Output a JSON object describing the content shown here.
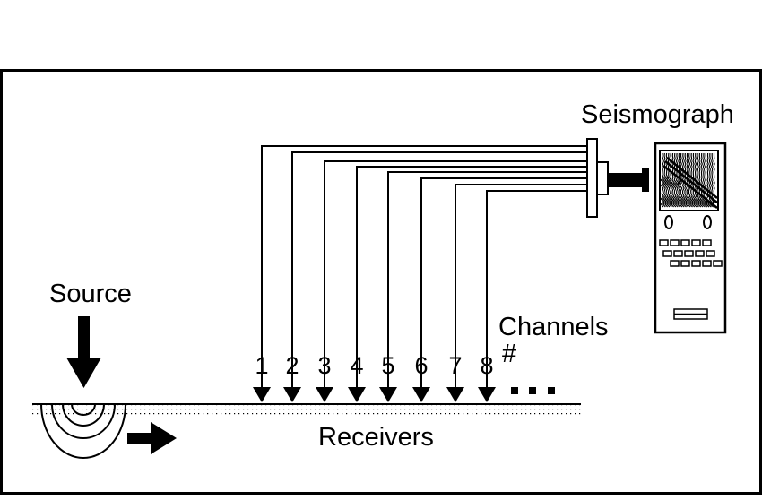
{
  "labels": {
    "seismograph": "Seismograph",
    "source": "Source",
    "channels": "Channels",
    "channel_symbol": "#",
    "receivers": "Receivers",
    "ellipsis": "..."
  },
  "channels": [
    "1",
    "2",
    "3",
    "4",
    "5",
    "6",
    "7",
    "8"
  ],
  "colors": {
    "ink": "#000000",
    "paper": "#ffffff"
  }
}
